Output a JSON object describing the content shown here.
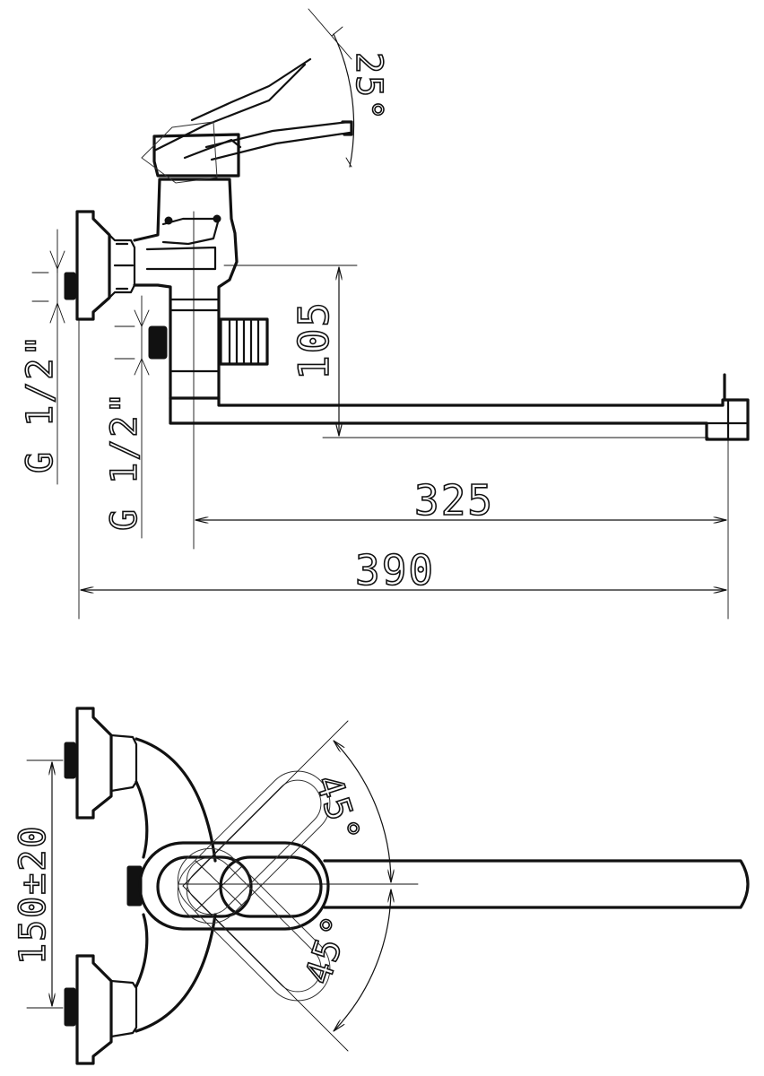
{
  "labels": {
    "dim_325": "325",
    "dim_390": "390",
    "dim_105": "105",
    "dim_25": "25°",
    "dim_thread_wall": "G 1/2\"",
    "dim_thread_shower": "G 1/2\"",
    "dim_150": "150±20",
    "dim_45_top": "45°",
    "dim_45_bottom": "45°"
  },
  "colors": {
    "line": "#111111",
    "paper": "#ffffff"
  }
}
